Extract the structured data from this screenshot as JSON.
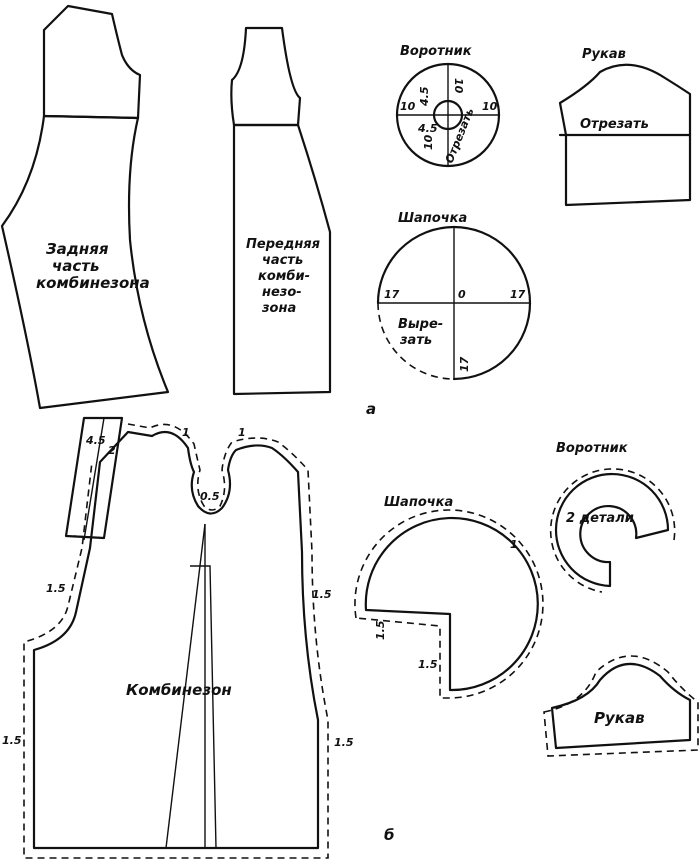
{
  "section_a": {
    "letter": "а",
    "back_piece": {
      "line1": "Задняя",
      "line2": "часть",
      "line3": "комбинезона"
    },
    "front_piece": {
      "line1": "Передняя",
      "line2": "часть",
      "line3": "комби-",
      "line4": "незо-",
      "line5": "зона"
    },
    "collar": {
      "title": "Воротник",
      "cut_note": "Отрезать",
      "dims": [
        "10",
        "10",
        "10",
        "10",
        "4.5",
        "4.5"
      ]
    },
    "sleeve": {
      "title": "Рукав",
      "cut_note": "Отрезать"
    },
    "cap": {
      "title": "Шапочка",
      "cut_note_1": "Выре-",
      "cut_note_2": "зать",
      "dims": [
        "17",
        "0",
        "17",
        "17"
      ]
    }
  },
  "section_b": {
    "letter": "б",
    "overall": {
      "label": "Комбинезон",
      "dims": [
        "4.5",
        "2",
        "1",
        "1",
        "0.5",
        "1.5",
        "1.5",
        "1.5",
        "1.5"
      ]
    },
    "collar": {
      "title": "Воротник",
      "note": "2 детали"
    },
    "cap": {
      "title": "Шапочка",
      "dims": [
        "1",
        "1.5",
        "1.5"
      ]
    },
    "sleeve": {
      "label": "Рукав"
    }
  }
}
